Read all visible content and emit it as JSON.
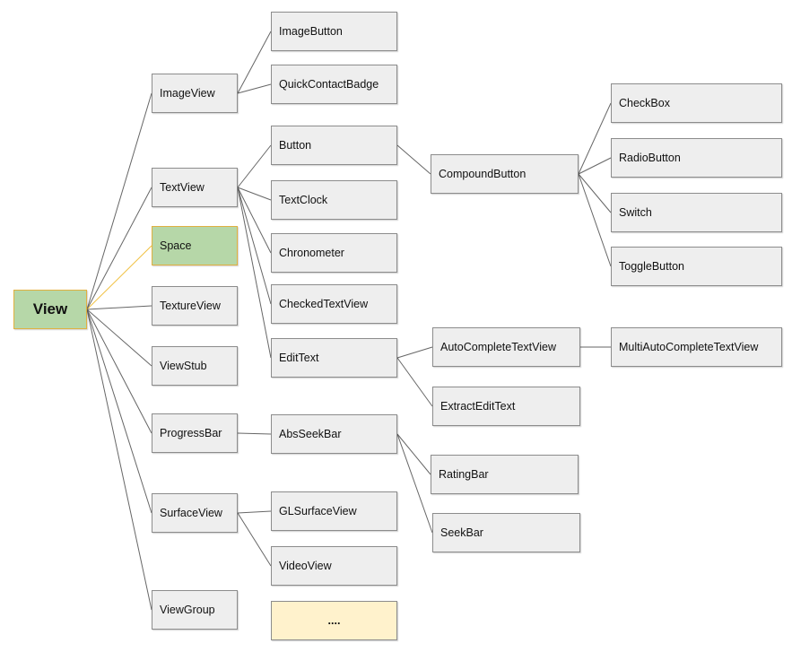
{
  "colors": {
    "node_fill": "#eeeeee",
    "node_border": "#8c8c8c",
    "highlight_fill": "#b6d7a8",
    "highlight_border": "#e0b040",
    "placeholder_fill": "#fff2cc",
    "edge": "#666666",
    "highlight_edge": "#f0c040"
  },
  "nodes": {
    "view": "View",
    "imageview": "ImageView",
    "textview": "TextView",
    "space": "Space",
    "textureview": "TextureView",
    "viewstub": "ViewStub",
    "progressbar": "ProgressBar",
    "surfaceview": "SurfaceView",
    "viewgroup": "ViewGroup",
    "imagebutton": "ImageButton",
    "quickcontactbadge": "QuickContactBadge",
    "button": "Button",
    "textclock": "TextClock",
    "chronometer": "Chronometer",
    "checkedtextview": "CheckedTextView",
    "edittext": "EditText",
    "absseekbar": "AbsSeekBar",
    "glsurfaceview": "GLSurfaceView",
    "videoview": "VideoView",
    "ellipsis": "....",
    "compoundbutton": "CompoundButton",
    "autocompletetextview": "AutoCompleteTextView",
    "extractedittext": "ExtractEditText",
    "ratingbar": "RatingBar",
    "seekbar": "SeekBar",
    "checkbox": "CheckBox",
    "radiobutton": "RadioButton",
    "switch": "Switch",
    "togglebutton": "ToggleButton",
    "multiautocompletetextview": "MultiAutoCompleteTextView"
  },
  "edges": [
    {
      "from": "view",
      "to": "imageview"
    },
    {
      "from": "view",
      "to": "textview"
    },
    {
      "from": "view",
      "to": "space",
      "highlight": true
    },
    {
      "from": "view",
      "to": "textureview"
    },
    {
      "from": "view",
      "to": "viewstub"
    },
    {
      "from": "view",
      "to": "progressbar"
    },
    {
      "from": "view",
      "to": "surfaceview"
    },
    {
      "from": "view",
      "to": "viewgroup"
    },
    {
      "from": "imageview",
      "to": "imagebutton"
    },
    {
      "from": "imageview",
      "to": "quickcontactbadge"
    },
    {
      "from": "textview",
      "to": "button"
    },
    {
      "from": "textview",
      "to": "textclock"
    },
    {
      "from": "textview",
      "to": "chronometer"
    },
    {
      "from": "textview",
      "to": "checkedtextview"
    },
    {
      "from": "textview",
      "to": "edittext"
    },
    {
      "from": "button",
      "to": "compoundbutton"
    },
    {
      "from": "compoundbutton",
      "to": "checkbox"
    },
    {
      "from": "compoundbutton",
      "to": "radiobutton"
    },
    {
      "from": "compoundbutton",
      "to": "switch"
    },
    {
      "from": "compoundbutton",
      "to": "togglebutton"
    },
    {
      "from": "edittext",
      "to": "autocompletetextview"
    },
    {
      "from": "edittext",
      "to": "extractedittext"
    },
    {
      "from": "autocompletetextview",
      "to": "multiautocompletetextview"
    },
    {
      "from": "progressbar",
      "to": "absseekbar"
    },
    {
      "from": "absseekbar",
      "to": "ratingbar"
    },
    {
      "from": "absseekbar",
      "to": "seekbar"
    },
    {
      "from": "surfaceview",
      "to": "glsurfaceview"
    },
    {
      "from": "surfaceview",
      "to": "videoview"
    }
  ]
}
